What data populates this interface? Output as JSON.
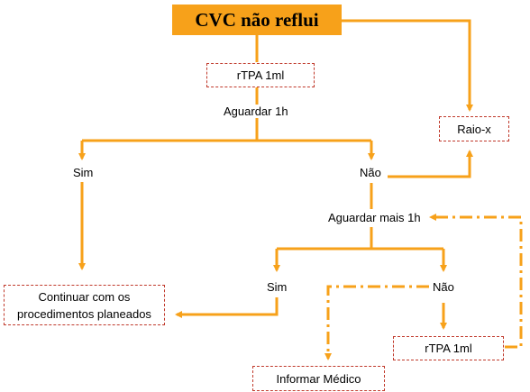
{
  "title": "CVC não reflui",
  "nodes": {
    "rtpa_1": "rTPA 1ml",
    "aguardar_1h": "Aguardar 1h",
    "raio_x": "Raio-x",
    "sim_1": "Sim",
    "nao_1": "Não",
    "aguardar_mais_1h": "Aguardar mais 1h",
    "continuar_line1": "Continuar com os",
    "continuar_line2": "procedimentos planeados",
    "sim_2": "Sim",
    "nao_2": "Não",
    "rtpa_2": "rTPA 1ml",
    "informar_medico": "Informar Médico"
  },
  "colors": {
    "arrow": "#f7a11a",
    "title_fill": "#f7a11a",
    "box_border": "#c0392b"
  }
}
